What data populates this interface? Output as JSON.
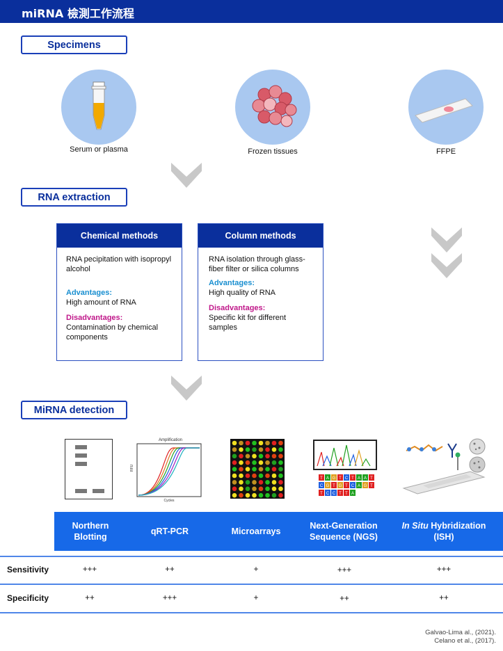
{
  "header": {
    "title": "miRNA 檢測工作流程"
  },
  "sections": {
    "specimens": "Specimens",
    "extraction": "RNA extraction",
    "detection": "MiRNA detection"
  },
  "specimens": [
    {
      "label": "Serum or plasma",
      "icon": "tube-icon"
    },
    {
      "label": "Frozen tissues",
      "icon": "cell-cluster-icon"
    },
    {
      "label": "FFPE",
      "icon": "slide-icon"
    }
  ],
  "methods": {
    "chemical": {
      "title": "Chemical methods",
      "description": "RNA pecipitation with isopropyl alcohol",
      "advantages_label": "Advantages:",
      "advantages": "High amount of RNA",
      "disadvantages_label": "Disadvantages:",
      "disadvantages": "Contamination by chemical components"
    },
    "column": {
      "title": "Column methods",
      "description": "RNA isolation through glass-fiber filter or silica columns",
      "advantages_label": "Advantages:",
      "advantages": "High quality of RNA",
      "disadvantages_label": "Disadvantages:",
      "disadvantages": "Specific kit for different samples"
    }
  },
  "techniques": [
    {
      "name": "Northern Blotting",
      "sensitivity": "+++",
      "specificity": "++"
    },
    {
      "name": "qRT-PCR",
      "sensitivity": "++",
      "specificity": "+++"
    },
    {
      "name": "Microarrays",
      "sensitivity": "+",
      "specificity": "+"
    },
    {
      "name": "Next-Generation Sequence (NGS)",
      "sensitivity": "+++",
      "specificity": "++"
    },
    {
      "name_italic": "In Situ",
      "name_rest": "Hybridization (ISH)",
      "sensitivity": "+++",
      "specificity": "++"
    }
  ],
  "rows": {
    "sensitivity": "Sensitivity",
    "specificity": "Specificity"
  },
  "qpcr_plot": {
    "title": "Amplification",
    "xlabel": "Cycles",
    "ylabel": "RFU"
  },
  "ngs_bases": [
    "TAGTCTAAT",
    "CGTGTCAGT",
    "TCCTTA"
  ],
  "citation": {
    "line1": "Galvao-Lima al., (2021).",
    "line2": "Celano et al., (2017)."
  },
  "colors": {
    "header": "#0a2f9c",
    "band": "#1769e8",
    "advantages": "#1a8fd0",
    "disadvantages": "#c0188a",
    "circle": "#a9c8f0"
  }
}
